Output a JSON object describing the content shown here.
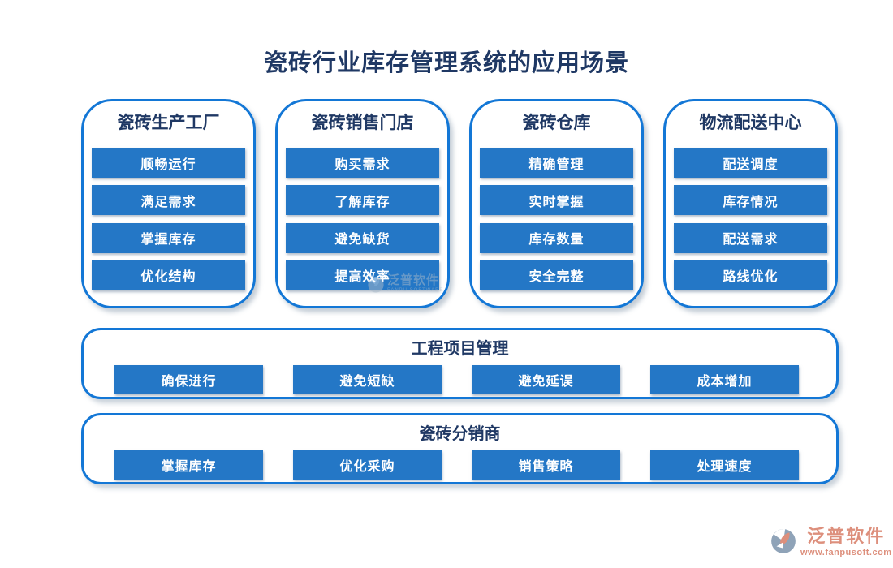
{
  "title": "瓷砖行业库存管理系统的应用场景",
  "colors": {
    "accent": "#1377d6",
    "pill": "#2477c6",
    "navy": "#1f3864",
    "coral": "#dd8f7c",
    "watermark": "#a9bac8"
  },
  "cards": [
    {
      "header": "瓷砖生产工厂",
      "items": [
        "顺畅运行",
        "满足需求",
        "掌握库存",
        "优化结构"
      ]
    },
    {
      "header": "瓷砖销售门店",
      "items": [
        "购买需求",
        "了解库存",
        "避免缺货",
        "提高效率"
      ]
    },
    {
      "header": "瓷砖仓库",
      "items": [
        "精确管理",
        "实时掌握",
        "库存数量",
        "安全完整"
      ]
    },
    {
      "header": "物流配送中心",
      "items": [
        "配送调度",
        "库存情况",
        "配送需求",
        "路线优化"
      ]
    }
  ],
  "bands": [
    {
      "header": "工程项目管理",
      "items": [
        "确保进行",
        "避免短缺",
        "避免延误",
        "成本增加"
      ]
    },
    {
      "header": "瓷砖分销商",
      "items": [
        "掌握库存",
        "优化采购",
        "销售策略",
        "处理速度"
      ]
    }
  ],
  "watermark": {
    "text": "泛普软件",
    "subtext": "FANPU SOFTWARE"
  },
  "logo": {
    "name": "泛普软件",
    "url": "www.fanpusoft.com"
  }
}
